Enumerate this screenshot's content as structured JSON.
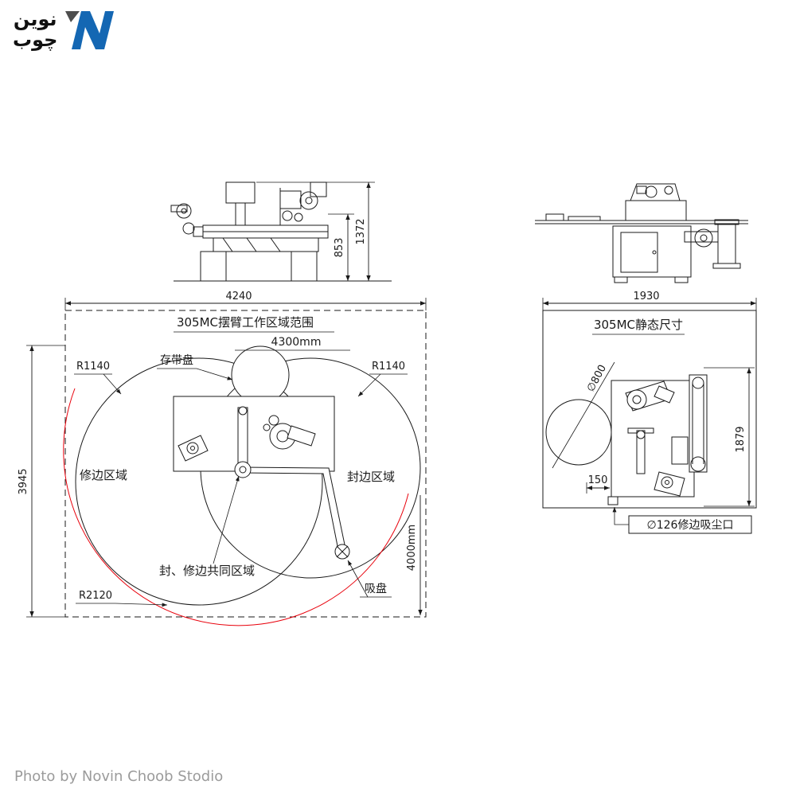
{
  "logo": {
    "brand_line1": "نوین",
    "brand_line2": "چوب"
  },
  "footer": {
    "credit": "Photo by Novin Choob Stodio"
  },
  "front_view": {
    "dim_height_inner": "853",
    "dim_height_total": "1372"
  },
  "plan_view": {
    "title": "305MC摆臂工作区域范围",
    "dim_top_width": "4240",
    "dim_arc_width": "4300mm",
    "dim_left_height": "3945",
    "dim_arc_height": "4000mm",
    "tape_disk_label": "存带盘",
    "r1140_left": "R1140",
    "r1140_right": "R1140",
    "trim_area_label": "修边区域",
    "band_area_label": "封边区域",
    "common_area_label": "封、修边共同区域",
    "r2120_label": "R2120",
    "suction_label": "吸盘"
  },
  "static_view": {
    "title": "305MC静态尺寸",
    "dim_top_width": "1930",
    "dim_right_height": "1879",
    "dim_offset": "150",
    "disk_dia_label": "∅800",
    "dust_port_label": "∅126修边吸尘口"
  },
  "colors": {
    "line": "#1a1a1a",
    "arc_red": "#e8000b",
    "logo_blue": "#1467b3"
  }
}
